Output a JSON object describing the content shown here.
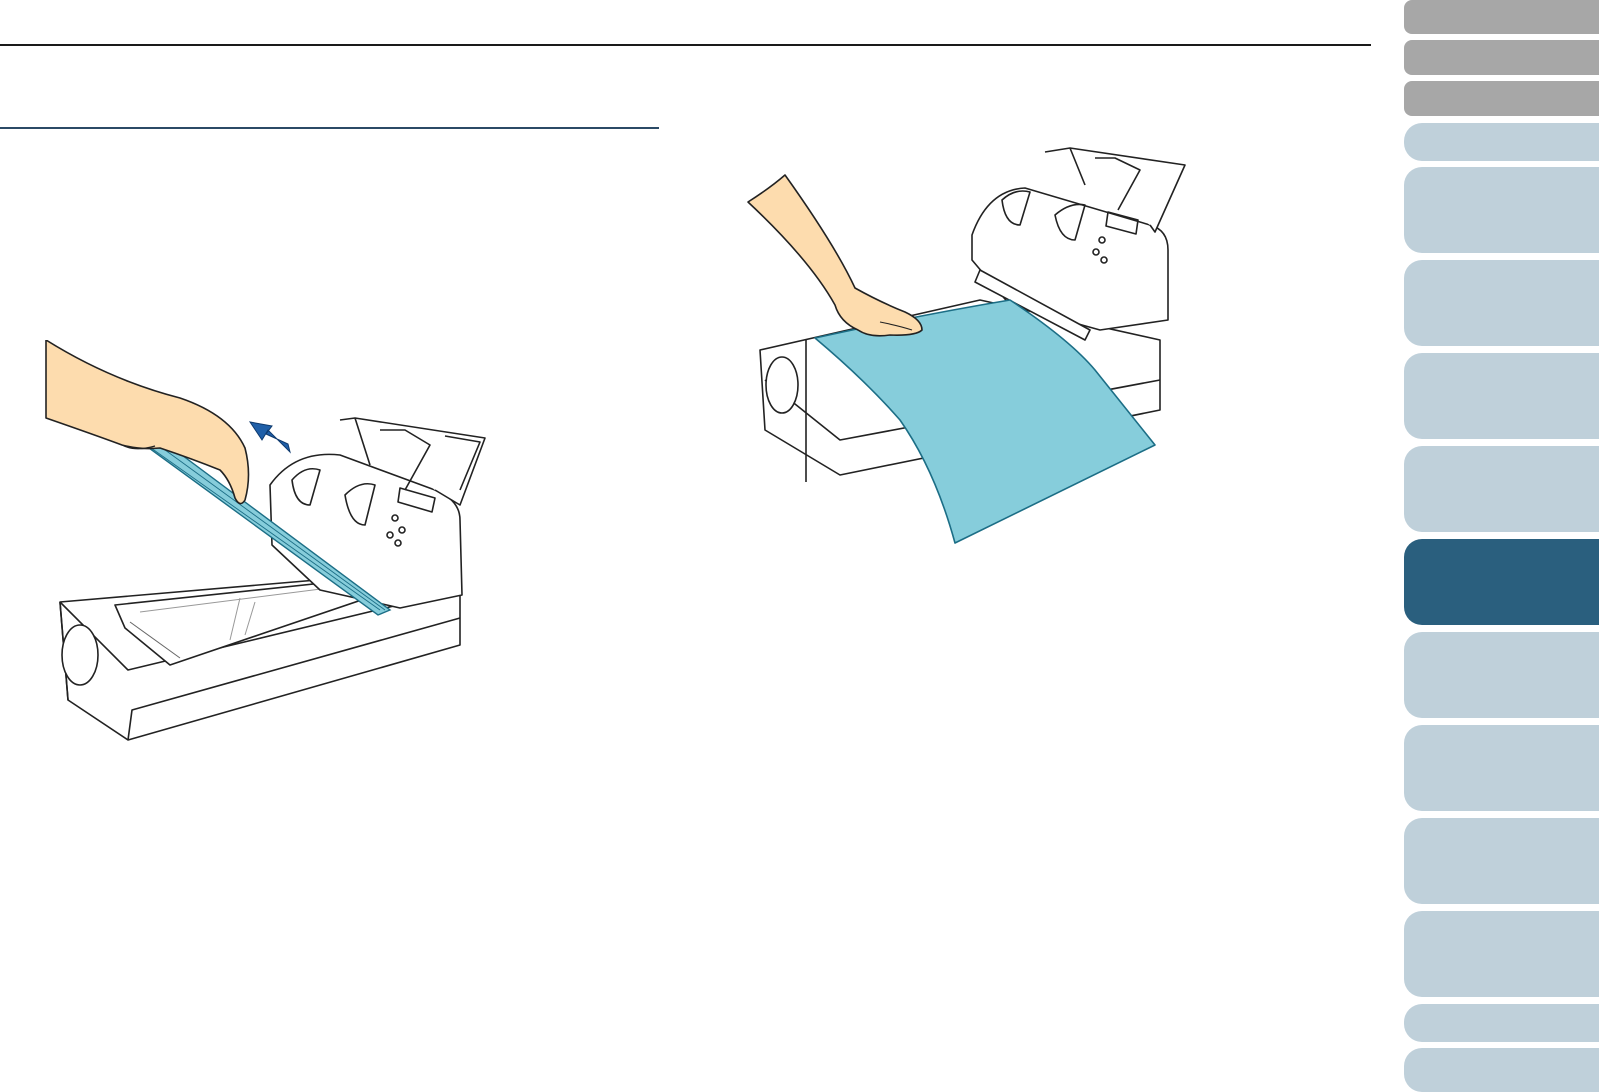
{
  "page": {
    "background": "#ffffff",
    "header_rule_color": "#1a1a1a",
    "section_rule_color": "#2b4a66"
  },
  "side_tabs": {
    "gray_color": "#a7a7a7",
    "inactive_color": "#bfd0da",
    "active_color": "#2a5f7e",
    "active_index": 9,
    "count": 16
  },
  "figures": {
    "left": {
      "icon": "remove-document-from-glass",
      "paper_color": "#86cddb",
      "arrow_color": "#1f5fa8"
    },
    "right": {
      "icon": "place-long-document-on-glass",
      "paper_color": "#86cddb"
    }
  }
}
